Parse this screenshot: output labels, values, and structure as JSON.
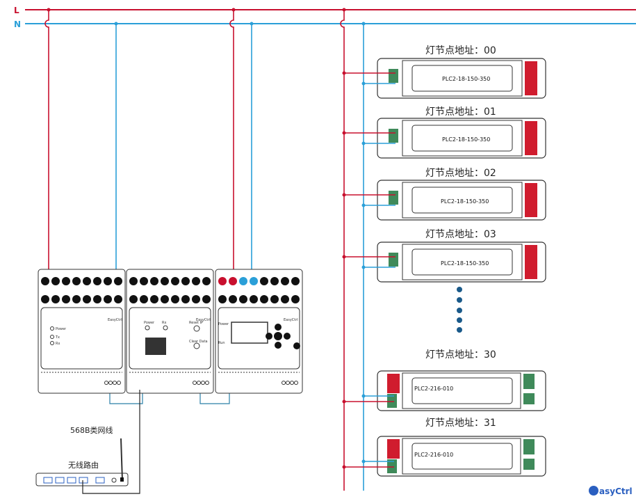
{
  "bus": {
    "live_label": "L",
    "neutral_label": "N",
    "live_color": "#c8102e",
    "neutral_color": "#2a9fd8"
  },
  "modules": [
    {
      "name": "power-module",
      "leds": [
        "Power",
        "Tx",
        "Rx"
      ]
    },
    {
      "name": "gateway-module",
      "leds": [
        "Power",
        "Rx"
      ],
      "buttons": [
        "Reset IP",
        "Clear Data"
      ]
    },
    {
      "name": "controller-module",
      "leds": [
        "Power",
        "Run"
      ]
    }
  ],
  "brand": "EasyCtrl",
  "drivers": [
    {
      "label": "灯节点地址：00",
      "model": "PLC2-18-150-350"
    },
    {
      "label": "灯节点地址：01",
      "model": "PLC2-18-150-350"
    },
    {
      "label": "灯节点地址：02",
      "model": "PLC2-18-150-350"
    },
    {
      "label": "灯节点地址：03",
      "model": "PLC2-18-150-350"
    },
    {
      "label": "灯节点地址：30",
      "model": "PLC2-216-010"
    },
    {
      "label": "灯节点地址：31",
      "model": "PLC2-216-010"
    }
  ],
  "cable_label": "568B类网线",
  "router_label": "无线路由",
  "logo_text": "EasyCtrl"
}
